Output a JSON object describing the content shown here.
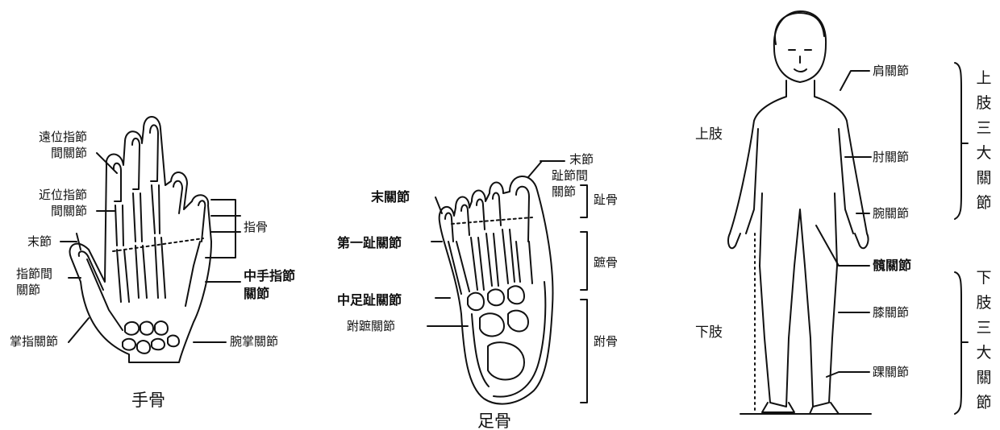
{
  "hand": {
    "title": "手骨",
    "labels": {
      "distal_ip_1": "遠位指節",
      "distal_ip_2": "間關節",
      "proximal_ip_1": "近位指節",
      "proximal_ip_2": "間關節",
      "distal_phalanx": "末節",
      "ip_joint_1": "指節間",
      "ip_joint_2": "關節",
      "mp_joint": "掌指關節",
      "phalanges": "指骨",
      "cmc_joint_1": "中手指節",
      "cmc_joint_2": "關節",
      "radiocarpal": "腕掌關節"
    }
  },
  "foot": {
    "title": "足骨",
    "labels": {
      "distal_phalanx": "末節",
      "interphalangeal_1": "趾節間",
      "interphalangeal_2": "關節",
      "distal_joint": "末關節",
      "toe_bones": "趾骨",
      "first_toe_joint": "第一趾關節",
      "metatarsals": "蹠骨",
      "midfoot_joint": "中足趾關節",
      "tarsometatarsal": "跗蹠關節",
      "tarsals": "跗骨"
    }
  },
  "body": {
    "upper_limb": "上肢",
    "lower_limb": "下肢",
    "labels": {
      "shoulder": "肩關節",
      "elbow": "肘關節",
      "wrist": "腕關節",
      "hip": "髖關節",
      "knee": "膝關節",
      "ankle": "踝關節"
    },
    "upper_group": [
      "上",
      "肢",
      "三",
      "大",
      "關",
      "節"
    ],
    "lower_group": [
      "下",
      "肢",
      "三",
      "大",
      "關",
      "節"
    ]
  },
  "colors": {
    "ink": "#111111",
    "background": "#ffffff"
  }
}
